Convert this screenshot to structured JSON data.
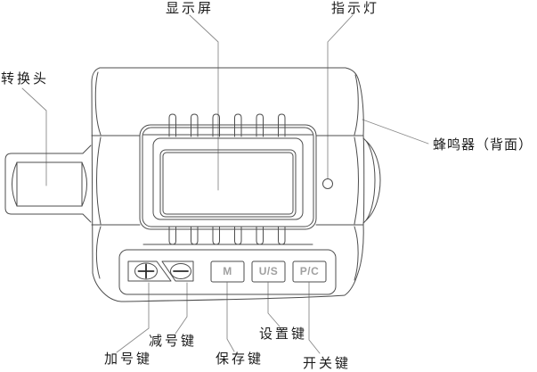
{
  "diagram": {
    "type": "device-annotation-drawing",
    "device": "digital-torque-adapter",
    "callouts": {
      "display": "显示屏",
      "indicator": "指示灯",
      "adapter": "转换头",
      "buzzer": "蜂鸣器（背面）",
      "plus": "加号键",
      "minus": "减号键",
      "save": "保存键",
      "setting": "设置键",
      "power": "开关键"
    },
    "button_labels": {
      "memory": "M",
      "unit_select": "U/S",
      "peak_clear": "P/C"
    },
    "button_icons": {
      "plus": "plus-icon",
      "minus": "minus-icon"
    },
    "colors": {
      "line": "#4d4d4d",
      "leader_line": "#8a8a8a",
      "button_letter": "#a0a0a0",
      "background": "#ffffff"
    }
  }
}
